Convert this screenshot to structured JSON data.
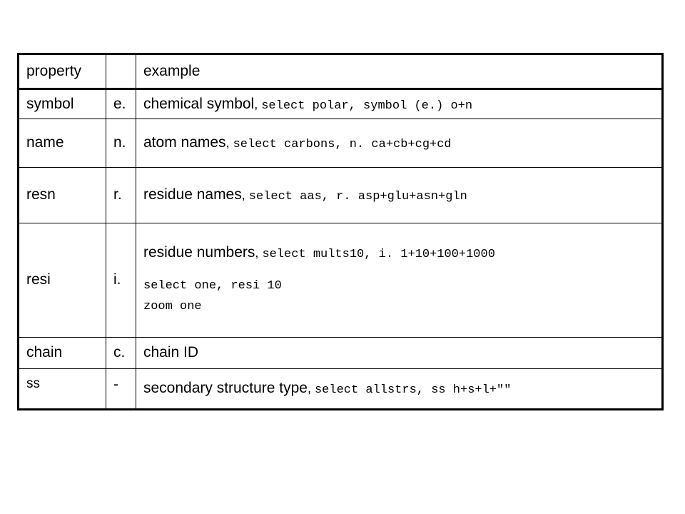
{
  "header": {
    "property": "property",
    "abbr": "",
    "example": "example"
  },
  "rows": [
    {
      "property": "symbol",
      "abbr": "e.",
      "desc": "chemical symbol",
      "sep": ", ",
      "code": "select polar, symbol (e.) o+n"
    },
    {
      "property": "name",
      "abbr": "n.",
      "desc": "atom names",
      "sep": ", ",
      "code": "select carbons, n. ca+cb+cg+cd"
    },
    {
      "property": "resn",
      "abbr": "r.",
      "desc": "residue names",
      "sep": ", ",
      "code": "select aas, r. asp+glu+asn+gln"
    },
    {
      "property": "resi",
      "abbr": "i.",
      "desc": "residue numbers",
      "sep": ", ",
      "code": "select mults10, i. 1+10+100+1000",
      "extra1": "select one, resi 10",
      "extra2": "zoom one"
    },
    {
      "property": "chain",
      "abbr": "c.",
      "desc": "chain ID"
    },
    {
      "property": "ss",
      "abbr": "-",
      "desc": "secondary structure type",
      "sep": ", ",
      "code": "select allstrs, ss h+s+l+\"\""
    }
  ]
}
